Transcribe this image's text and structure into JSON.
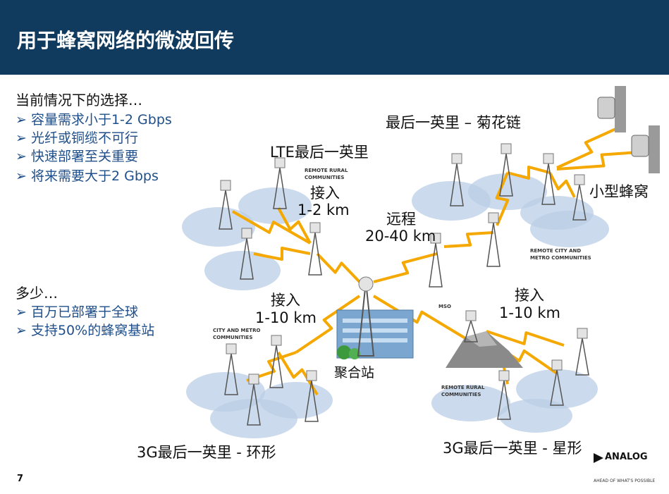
{
  "title": "用于蜂窝网络的微波回传",
  "left_panel": {
    "heading1": "当前情况下的选择…",
    "bullets1": [
      "容量需求小于1-2 Gbps",
      "光纤或铜缆不可行",
      "快速部署至关重要",
      "将来需要大于2 Gbps"
    ],
    "heading2": "多少…",
    "bullets2": [
      "百万已部署于全球",
      "支持50%的蜂窝基站"
    ]
  },
  "diagram": {
    "daisy_chain": "最后一英里 – 菊花链",
    "lte": "LTE最后一英里",
    "access_top_label": "接入",
    "access_top_range": "1-2 km",
    "remote_label": "远程",
    "remote_range": "20-40 km",
    "small_cell": "小型蜂窝",
    "access_left_label": "接入",
    "access_left_range": "1-10 km",
    "access_right_label": "接入",
    "access_right_range": "1-10 km",
    "aggregation": "聚合站",
    "mso": "MSO",
    "ring": "3G最后一英里 - 环形",
    "star": "3G最后一英里 - 星形",
    "remote_rural_top": "REMOTE RURAL COMMUNITIES",
    "remote_city": "REMOTE CITY AND METRO COMMUNITIES",
    "city_metro": "CITY AND METRO COMMUNITIES",
    "remote_rural_bottom": "REMOTE RURAL COMMUNITIES"
  },
  "footer": {
    "page_number": "7",
    "logo_text": "ANALOG",
    "logo_tagline": "AHEAD OF WHAT'S POSSIBLE"
  },
  "colors": {
    "header": "#103a5e",
    "bullet": "#1f4f8a",
    "coverage": "#b9cde6",
    "link": "#f5a800"
  }
}
